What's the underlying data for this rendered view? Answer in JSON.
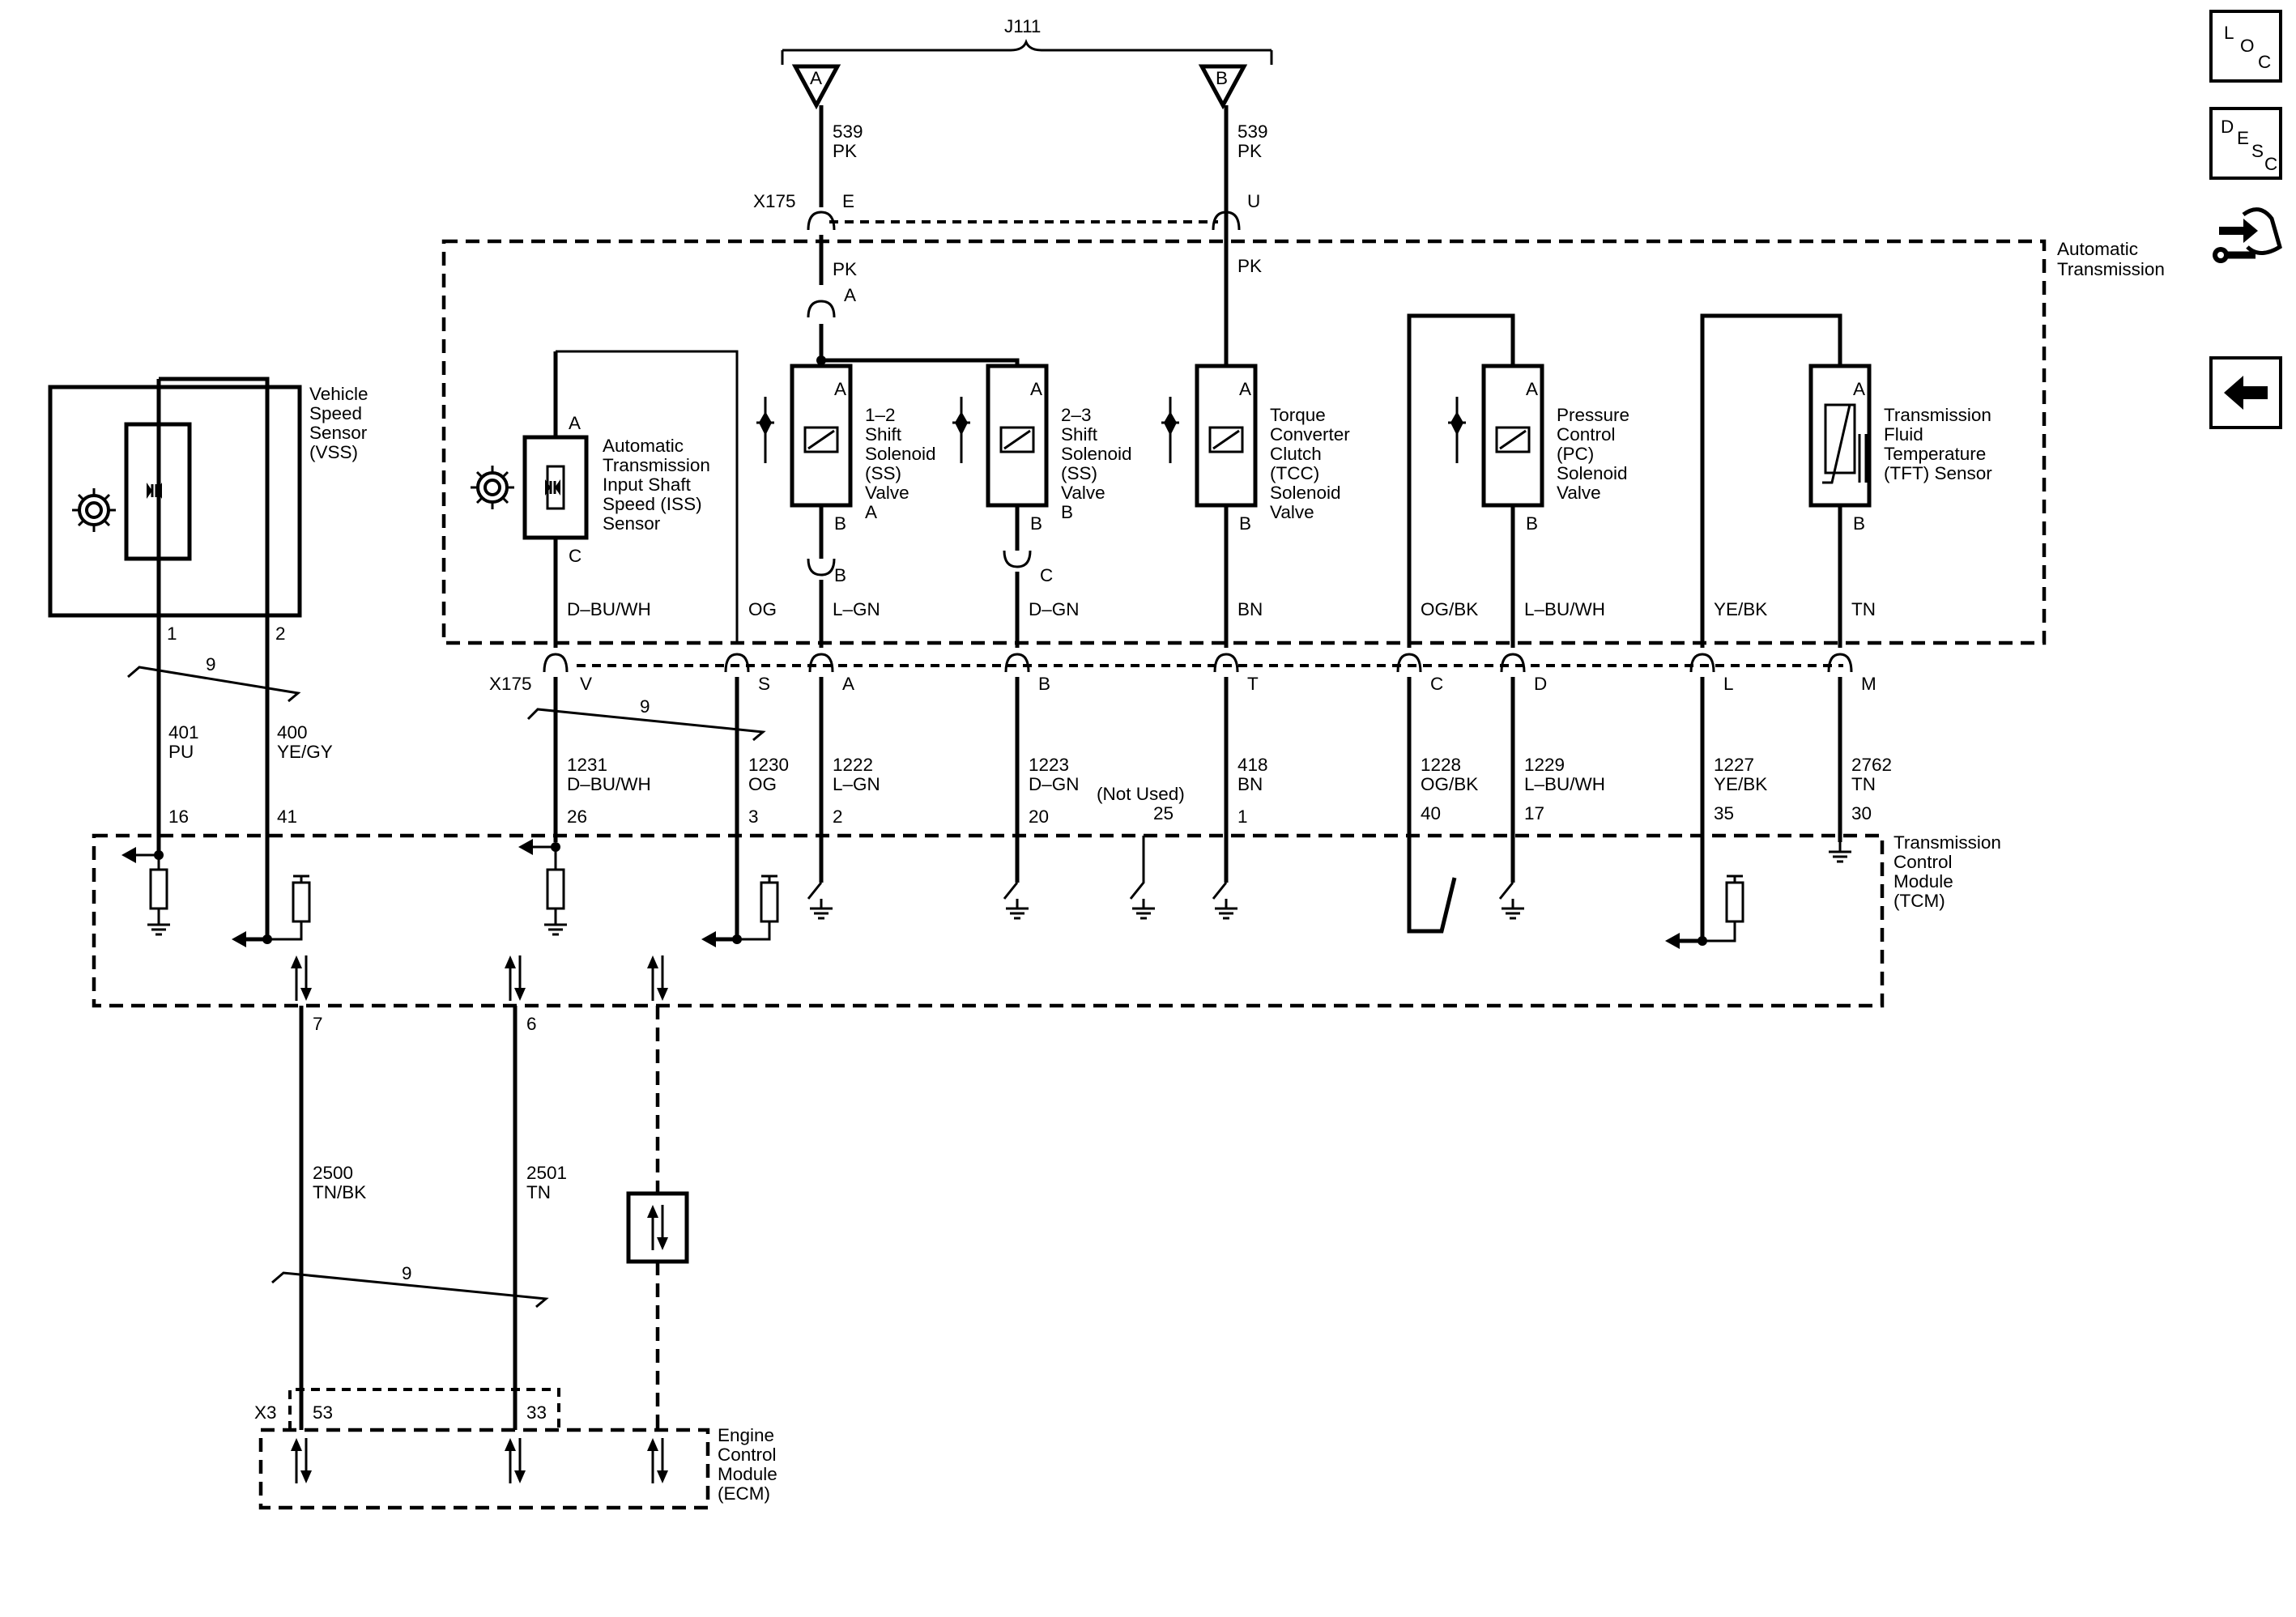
{
  "nav": {
    "loc": [
      "L",
      "O",
      "C"
    ],
    "desc": [
      "D",
      "E",
      "S",
      "C"
    ]
  },
  "top": {
    "j111": "J111",
    "pinA": "A",
    "pinB": "B",
    "w539a": "539",
    "pka": "PK",
    "w539b": "539",
    "pkb": "PK",
    "x175": "X175",
    "e": "E",
    "u": "U",
    "pk1": "PK",
    "pk2": "PK",
    "a_inline": "A"
  },
  "at": {
    "title": [
      "Automatic",
      "Transmission"
    ]
  },
  "vss": {
    "name": [
      "Vehicle",
      "Speed",
      "Sensor",
      "(VSS)"
    ],
    "p1": "1",
    "p2": "2",
    "cs": "9",
    "w1": "401",
    "c1": "PU",
    "w2": "400",
    "c2": "YE/GY",
    "t1": "16",
    "t2": "41"
  },
  "iss": {
    "a": "A",
    "c": "C",
    "name": [
      "Automatic",
      "Transmission",
      "Input Shaft",
      "Speed (ISS)",
      "Sensor"
    ],
    "c1": "D–BU/WH",
    "c2": "OG",
    "x": "X175",
    "v": "V",
    "s": "S",
    "cs": "9",
    "w1": "1231",
    "cw1": "D–BU/WH",
    "w2": "1230",
    "cw2": "OG",
    "t1": "26",
    "t2": "3"
  },
  "ss12": {
    "a": "A",
    "b": "B",
    "name": [
      "1–2",
      "Shift",
      "Solenoid",
      "(SS)",
      "Valve",
      "A"
    ],
    "pb": "B",
    "col": "L–GN",
    "pin": "A",
    "w": "1222",
    "c": "L–GN",
    "t": "2"
  },
  "ss23": {
    "a": "A",
    "b": "B",
    "name": [
      "2–3",
      "Shift",
      "Solenoid",
      "(SS)",
      "Valve",
      "B"
    ],
    "pc": "C",
    "col": "D–GN",
    "pin": "B",
    "w": "1223",
    "c": "D–GN",
    "t": "20"
  },
  "nu": {
    "label": "(Not Used)",
    "t": "25"
  },
  "tcc": {
    "a": "A",
    "b": "B",
    "name": [
      "Torque",
      "Converter",
      "Clutch",
      "(TCC)",
      "Solenoid",
      "Valve"
    ],
    "col": "BN",
    "pin": "T",
    "w": "418",
    "c": "BN",
    "t": "1"
  },
  "pc": {
    "a": "A",
    "b": "B",
    "name": [
      "Pressure",
      "Control",
      "(PC)",
      "Solenoid",
      "Valve"
    ],
    "col1": "OG/BK",
    "col2": "L–BU/WH",
    "p1": "C",
    "p2": "D",
    "w1": "1228",
    "c1": "OG/BK",
    "w2": "1229",
    "c2": "L–BU/WH",
    "t1": "40",
    "t2": "17"
  },
  "tft": {
    "a": "A",
    "b": "B",
    "name": [
      "Transmission",
      "Fluid",
      "Temperature",
      "(TFT) Sensor"
    ],
    "col1": "YE/BK",
    "col2": "TN",
    "p1": "L",
    "p2": "M",
    "w1": "1227",
    "c1": "YE/BK",
    "w2": "2762",
    "c2": "TN",
    "t1": "35",
    "t2": "30"
  },
  "tcm": {
    "name": [
      "Transmission",
      "Control",
      "Module",
      "(TCM)"
    ]
  },
  "bus": {
    "t1": "7",
    "t2": "6",
    "w1": "2500",
    "c1": "TN/BK",
    "w2": "2501",
    "c2": "TN",
    "cs": "9"
  },
  "ecm": {
    "x3": "X3",
    "t1": "53",
    "t2": "33",
    "name": [
      "Engine",
      "Control",
      "Module",
      "(ECM)"
    ]
  }
}
